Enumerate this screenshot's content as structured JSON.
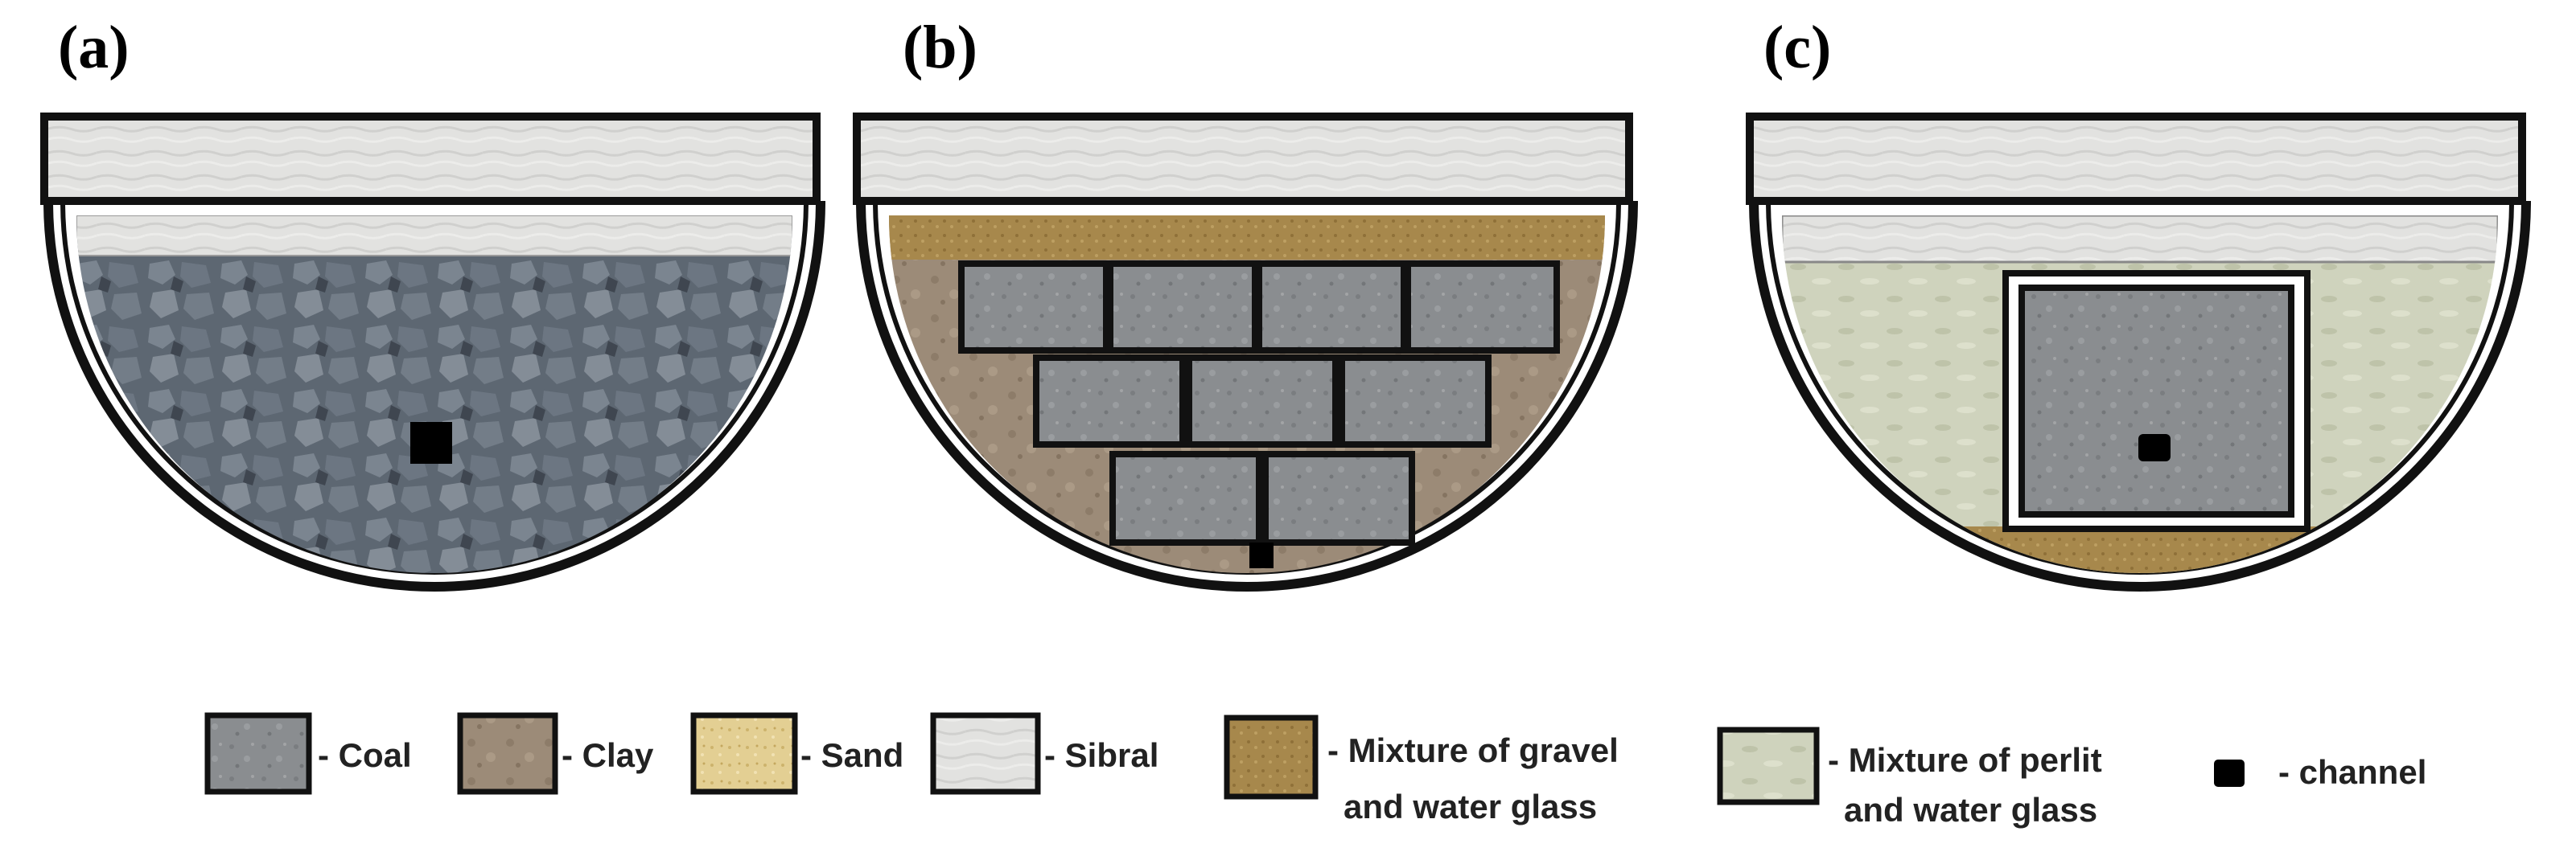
{
  "panels": [
    {
      "label": "(a)"
    },
    {
      "label": "(b)"
    },
    {
      "label": "(c)"
    }
  ],
  "legend": {
    "items": [
      {
        "swatch": "coal",
        "lines": [
          "- Coal"
        ]
      },
      {
        "swatch": "clay",
        "lines": [
          "- Clay"
        ]
      },
      {
        "swatch": "sand",
        "lines": [
          "- Sand"
        ]
      },
      {
        "swatch": "sibral",
        "lines": [
          "- Sibral"
        ]
      },
      {
        "swatch": "gravel",
        "lines": [
          "- Mixture of gravel",
          "and water glass"
        ]
      },
      {
        "swatch": "perlit",
        "lines": [
          "- Mixture of perlit",
          "and water glass"
        ]
      },
      {
        "swatch": "channel",
        "lines": [
          "- channel"
        ]
      }
    ]
  },
  "colors": {
    "coal": "#8a8d90",
    "clay": "#9c8b78",
    "sand": "#e3cf93",
    "sibral": "#e2e2e0",
    "gravel": "#a7884c",
    "perlit": "#cfd3bd",
    "rock": "#5d6772",
    "channel": "#000000",
    "outline": "#111111"
  }
}
